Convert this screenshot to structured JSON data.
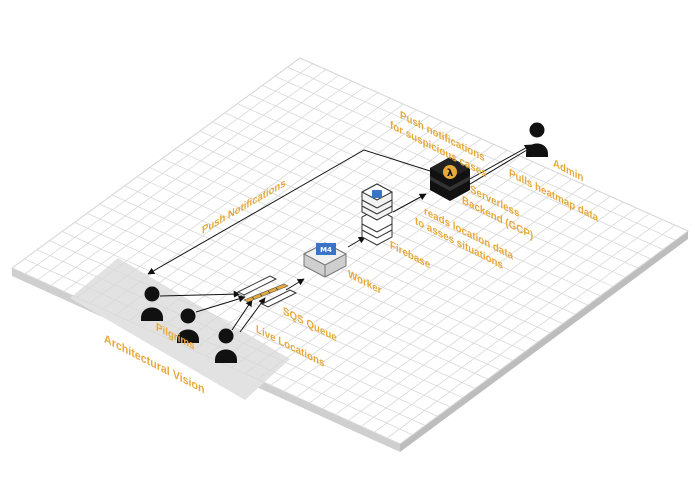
{
  "colors": {
    "accent": "#e8a93a",
    "grid": "#d9d9d9",
    "plate_shadow": "#cccccc",
    "zone": "#e2e2e2",
    "ink": "#111111"
  },
  "labels": {
    "push_notifications_suspicious_1": "Push notifications",
    "push_notifications_suspicious_2": "for suspicious cases",
    "push_notifications": "Push Notifications",
    "admin": "Admin",
    "pulls_heatmap": "Pulls heatmap data",
    "serverless_1": "Serverless",
    "serverless_2": "Backend (GCP)",
    "reads_location_1": "reads location data",
    "reads_location_2": "to asses situations",
    "firebase": "Firebase",
    "worker": "Worker",
    "sqs_queue": "SQS Queue",
    "live_locations": "Live Locations",
    "pilgrims": "Pilgrims",
    "architectural_vision": "Architectural Vision",
    "worker_badge": "M4"
  },
  "icons": {
    "lambda": "lambda-icon",
    "person": "person-icon",
    "database": "database-icon",
    "worker": "worker-icon",
    "queue": "queue-icon"
  }
}
